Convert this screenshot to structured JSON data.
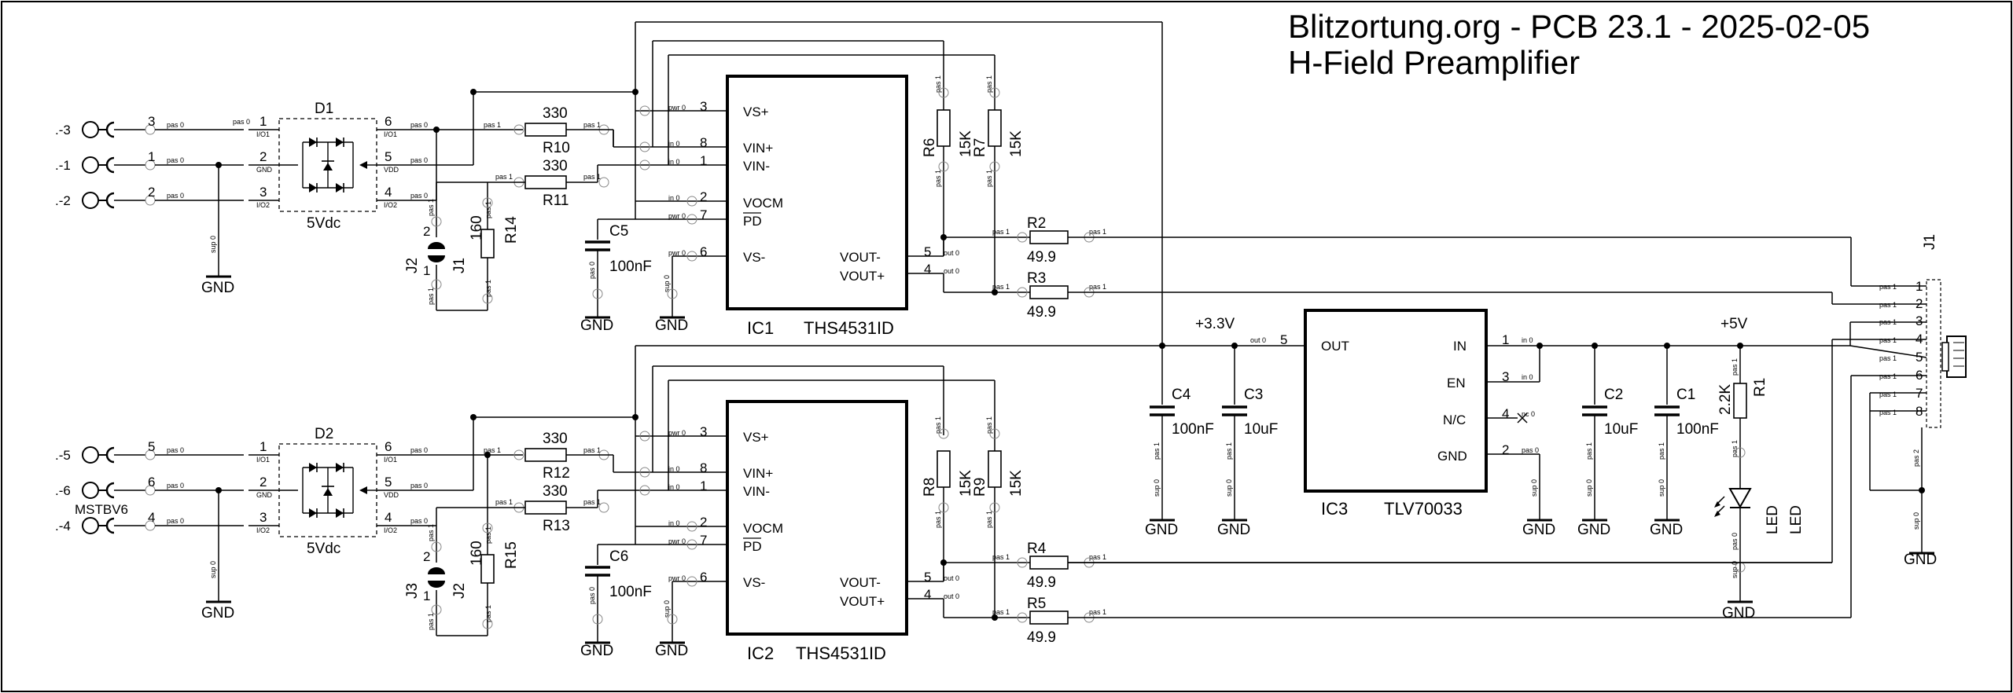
{
  "title": {
    "line1": "Blitzortung.org - PCB 23.1 -  2025-02-05",
    "line2": "H-Field Preamplifier"
  },
  "net": {
    "gnd": "GND",
    "v33": "+3.3V",
    "v5": "+5V"
  },
  "pintags": {
    "pas0": "pas 0",
    "pas1": "pas 1",
    "pas2": "pas 2",
    "pwr0": "pwr 0",
    "in0": "in 0",
    "out0": "out 0",
    "sup0": "sup 0",
    "nc0": "nc 0",
    "io1": "I/O1",
    "io2": "I/O2",
    "gndtag": "GND",
    "vdd": "VDD"
  },
  "input_terminals": {
    "ch1": [
      {
        "label": ".-3",
        "pin": "3"
      },
      {
        "label": ".-1",
        "pin": "1"
      },
      {
        "label": ".-2",
        "pin": "2"
      }
    ],
    "ch2": [
      {
        "label": ".-5",
        "pin": "5"
      },
      {
        "label": ".-6",
        "pin": "6"
      },
      {
        "label": ".-4",
        "pin": "4"
      }
    ],
    "connector_name": "MSTBV6"
  },
  "tvs": {
    "ch1": {
      "ref": "D1",
      "value": "5Vdc"
    },
    "ch2": {
      "ref": "D2",
      "value": "5Vdc"
    },
    "left_pins": [
      "1",
      "2",
      "3"
    ],
    "right_pins": [
      "6",
      "5",
      "4"
    ]
  },
  "jumpers": {
    "ch1": {
      "ref_a": "J2",
      "ref_b": "J1"
    },
    "ch2": {
      "ref_a": "J3",
      "ref_b": "J2"
    },
    "pin_top": "2",
    "pin_bottom": "1"
  },
  "resistors": {
    "R10": {
      "ref": "R10",
      "value": "330"
    },
    "R11": {
      "ref": "R11",
      "value": "330"
    },
    "R12": {
      "ref": "R12",
      "value": "330"
    },
    "R13": {
      "ref": "R13",
      "value": "330"
    },
    "R14": {
      "ref": "R14",
      "value": "160"
    },
    "R15": {
      "ref": "R15",
      "value": "160"
    },
    "R6": {
      "ref": "R6",
      "value": "15K"
    },
    "R7": {
      "ref": "R7",
      "value": "15K"
    },
    "R8": {
      "ref": "R8",
      "value": "15K"
    },
    "R9": {
      "ref": "R9",
      "value": "15K"
    },
    "R2": {
      "ref": "R2",
      "value": "49.9"
    },
    "R3": {
      "ref": "R3",
      "value": "49.9"
    },
    "R4": {
      "ref": "R4",
      "value": "49.9"
    },
    "R5": {
      "ref": "R5",
      "value": "49.9"
    },
    "R1": {
      "ref": "R1",
      "value": "2.2K"
    }
  },
  "capacitors": {
    "C5": {
      "ref": "C5",
      "value": "100nF"
    },
    "C6": {
      "ref": "C6",
      "value": "100nF"
    },
    "C4": {
      "ref": "C4",
      "value": "100nF"
    },
    "C3": {
      "ref": "C3",
      "value": "10uF"
    },
    "C2": {
      "ref": "C2",
      "value": "10uF"
    },
    "C1": {
      "ref": "C1",
      "value": "100nF"
    }
  },
  "opamp": {
    "ic1": {
      "ref": "IC1",
      "value": "THS4531ID"
    },
    "ic2": {
      "ref": "IC2",
      "value": "THS4531ID"
    },
    "left_pins": [
      {
        "name": "VS+",
        "num": "3"
      },
      {
        "name": "VIN+",
        "num": "8"
      },
      {
        "name": "VIN-",
        "num": "1"
      },
      {
        "name": "VOCM",
        "num": "2"
      },
      {
        "name": "PD",
        "num": "7"
      },
      {
        "name": "VS-",
        "num": "6"
      }
    ],
    "right_pins": [
      {
        "name": "VOUT-",
        "num": "5"
      },
      {
        "name": "VOUT+",
        "num": "4"
      }
    ]
  },
  "regulator": {
    "ref": "IC3",
    "value": "TLV70033",
    "pins": {
      "out": {
        "name": "OUT",
        "num": "5"
      },
      "in": {
        "name": "IN",
        "num": "1"
      },
      "en": {
        "name": "EN",
        "num": "3"
      },
      "nc": {
        "name": "N/C",
        "num": "4"
      },
      "gnd": {
        "name": "GND",
        "num": "2"
      }
    }
  },
  "led": {
    "ref": "LED",
    "value": "LED"
  },
  "connector": {
    "ref": "J1",
    "pins": [
      "1",
      "2",
      "3",
      "4",
      "5",
      "6",
      "7",
      "8"
    ]
  }
}
